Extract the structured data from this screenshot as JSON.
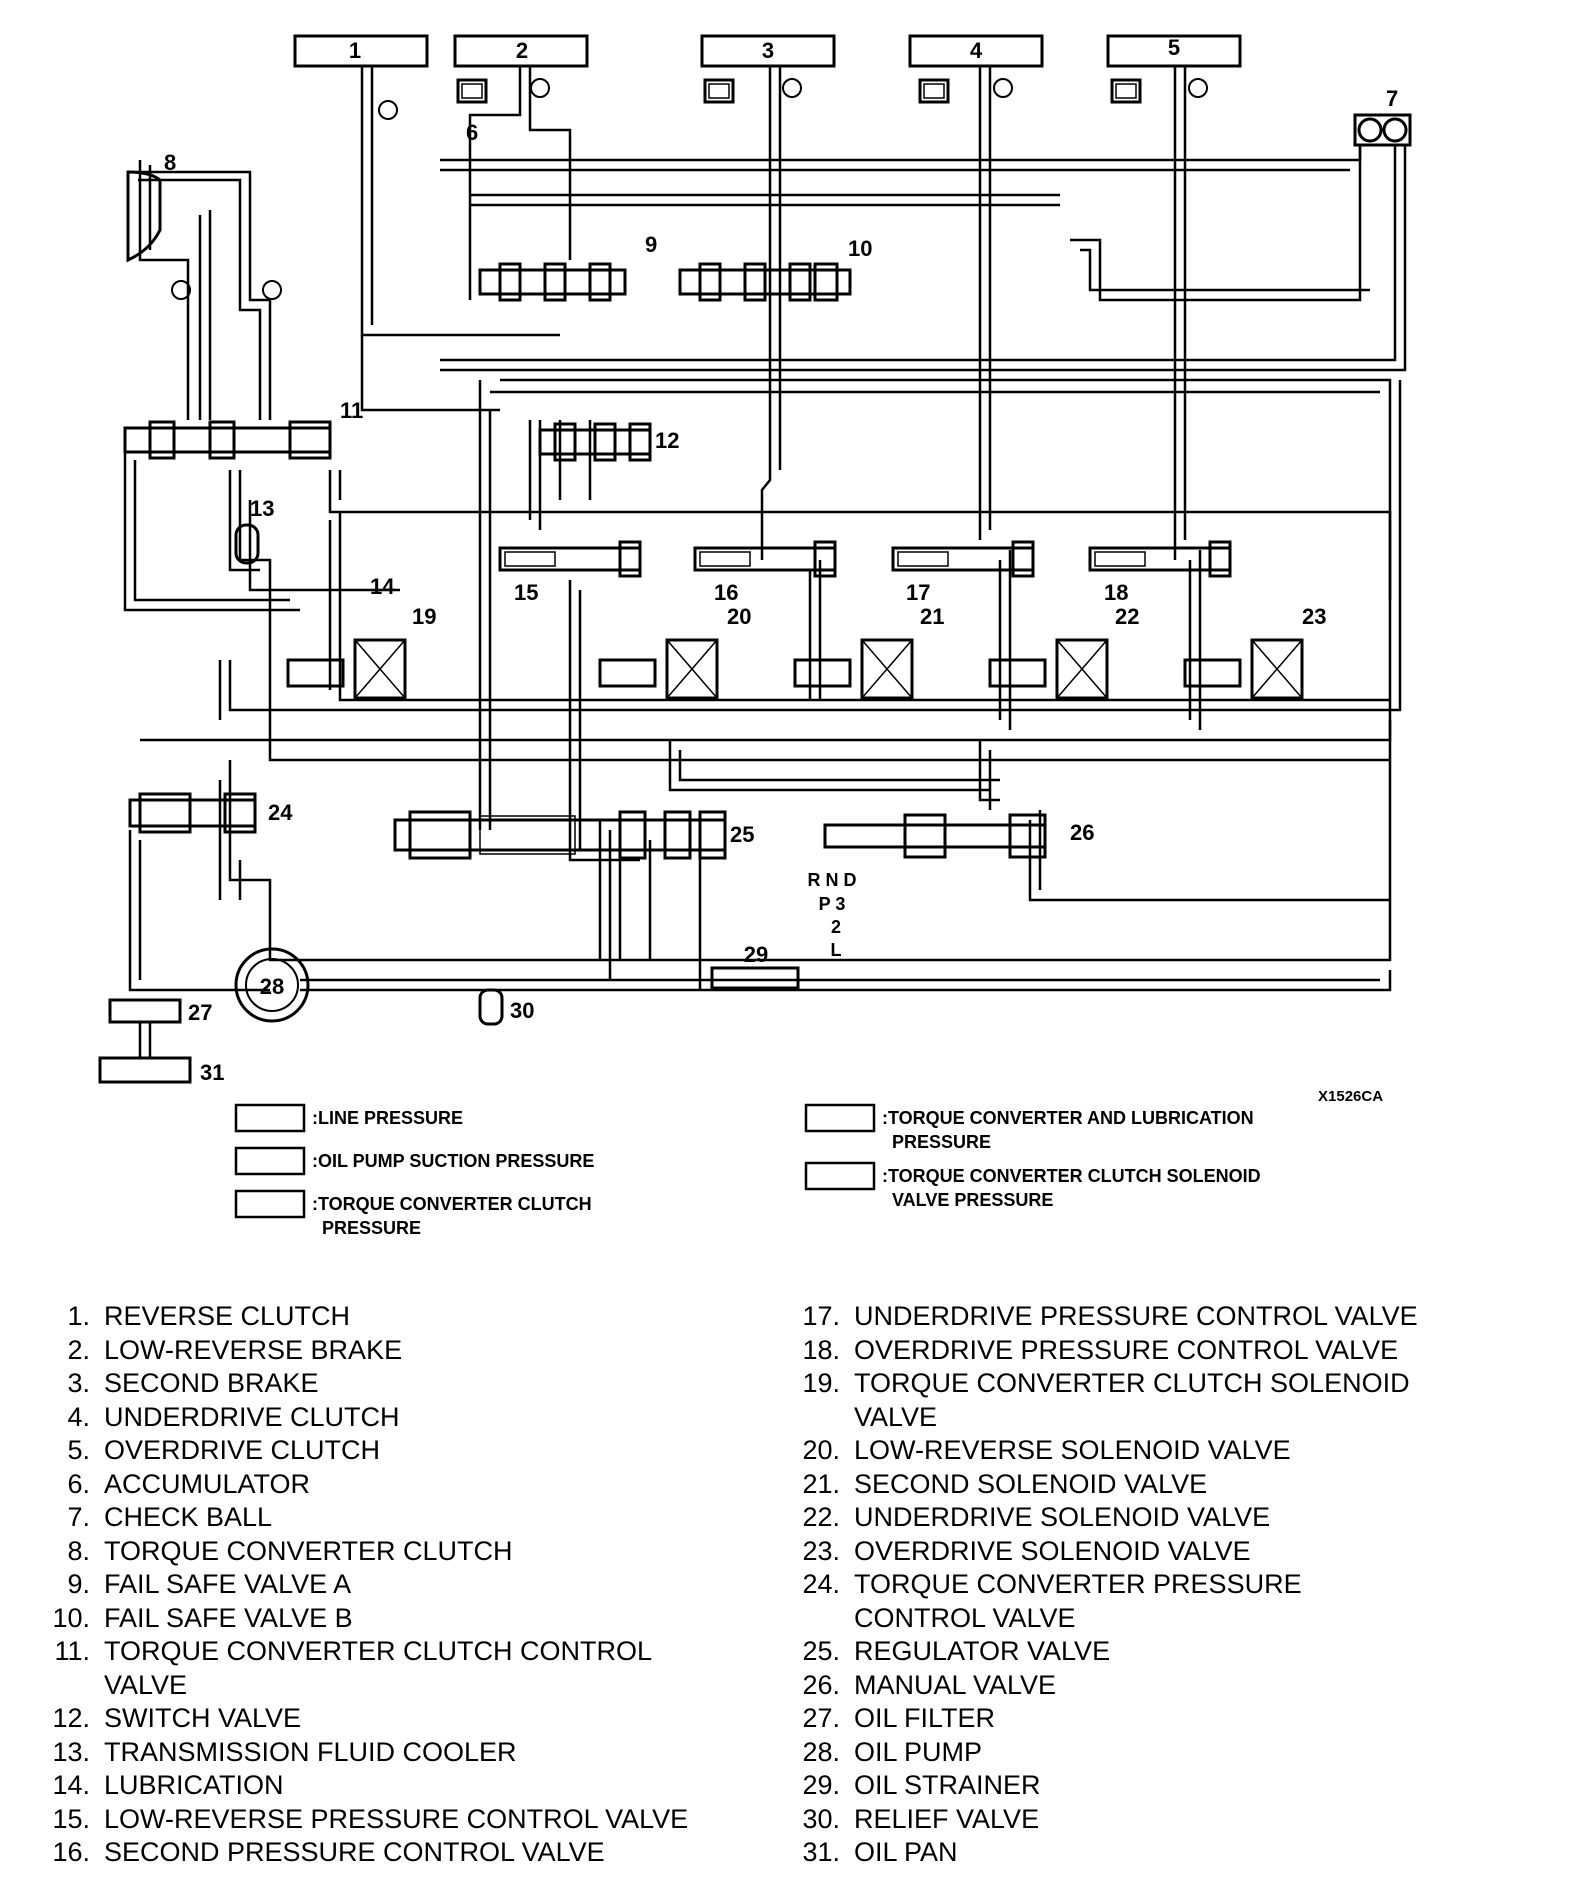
{
  "figure_code": "X1526CA",
  "callouts": [
    "1",
    "2",
    "3",
    "4",
    "5",
    "6",
    "7",
    "8",
    "9",
    "10",
    "11",
    "12",
    "13",
    "14",
    "15",
    "16",
    "17",
    "18",
    "19",
    "20",
    "21",
    "22",
    "23",
    "24",
    "25",
    "26",
    "27",
    "28",
    "29",
    "30",
    "31"
  ],
  "shift_positions": {
    "line1": "R N D",
    "line2": "P 3",
    "line3": "2",
    "line4": "L"
  },
  "pressure_key": [
    {
      "label_line1": ":LINE PRESSURE",
      "label_line2": ""
    },
    {
      "label_line1": ":OIL PUMP SUCTION PRESSURE",
      "label_line2": ""
    },
    {
      "label_line1": ":TORQUE CONVERTER CLUTCH",
      "label_line2": "PRESSURE"
    },
    {
      "label_line1": ":TORQUE CONVERTER AND LUBRICATION",
      "label_line2": "PRESSURE"
    },
    {
      "label_line1": ":TORQUE CONVERTER CLUTCH SOLENOID",
      "label_line2": "VALVE PRESSURE"
    }
  ],
  "legend": [
    {
      "num": "1.",
      "text": "REVERSE CLUTCH"
    },
    {
      "num": "2.",
      "text": "LOW-REVERSE BRAKE"
    },
    {
      "num": "3.",
      "text": "SECOND BRAKE"
    },
    {
      "num": "4.",
      "text": "UNDERDRIVE CLUTCH"
    },
    {
      "num": "5.",
      "text": "OVERDRIVE CLUTCH"
    },
    {
      "num": "6.",
      "text": "ACCUMULATOR"
    },
    {
      "num": "7.",
      "text": "CHECK BALL"
    },
    {
      "num": "8.",
      "text": "TORQUE CONVERTER CLUTCH"
    },
    {
      "num": "9.",
      "text": "FAIL SAFE VALVE A"
    },
    {
      "num": "10.",
      "text": "FAIL SAFE VALVE B"
    },
    {
      "num": "11.",
      "text": "TORQUE CONVERTER CLUTCH CONTROL",
      "text2": "VALVE"
    },
    {
      "num": "12.",
      "text": "SWITCH VALVE"
    },
    {
      "num": "13.",
      "text": "TRANSMISSION FLUID COOLER"
    },
    {
      "num": "14.",
      "text": "LUBRICATION"
    },
    {
      "num": "15.",
      "text": "LOW-REVERSE PRESSURE CONTROL VALVE"
    },
    {
      "num": "16.",
      "text": "SECOND PRESSURE CONTROL VALVE"
    },
    {
      "num": "17.",
      "text": "UNDERDRIVE PRESSURE CONTROL VALVE"
    },
    {
      "num": "18.",
      "text": "OVERDRIVE PRESSURE CONTROL VALVE"
    },
    {
      "num": "19.",
      "text": "TORQUE CONVERTER CLUTCH SOLENOID",
      "text2": "VALVE"
    },
    {
      "num": "20.",
      "text": "LOW-REVERSE SOLENOID VALVE"
    },
    {
      "num": "21.",
      "text": "SECOND SOLENOID VALVE"
    },
    {
      "num": "22.",
      "text": "UNDERDRIVE SOLENOID VALVE"
    },
    {
      "num": "23.",
      "text": "OVERDRIVE SOLENOID VALVE"
    },
    {
      "num": "24.",
      "text": "TORQUE CONVERTER PRESSURE",
      "text2": "CONTROL VALVE"
    },
    {
      "num": "25.",
      "text": "REGULATOR VALVE"
    },
    {
      "num": "26.",
      "text": "MANUAL VALVE"
    },
    {
      "num": "27.",
      "text": "OIL FILTER"
    },
    {
      "num": "28.",
      "text": "OIL PUMP"
    },
    {
      "num": "29.",
      "text": "OIL STRAINER"
    },
    {
      "num": "30.",
      "text": "RELIEF VALVE"
    },
    {
      "num": "31.",
      "text": "OIL PAN"
    }
  ]
}
